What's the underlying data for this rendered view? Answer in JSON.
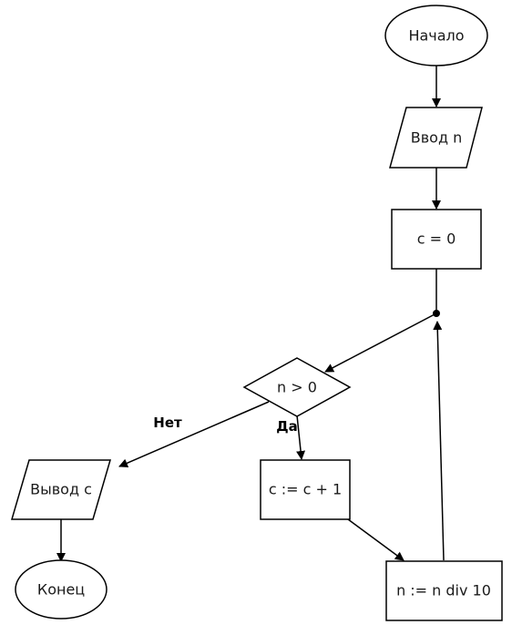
{
  "diagram": {
    "nodes": {
      "start": {
        "label": "Начало"
      },
      "input": {
        "label": "Ввод n"
      },
      "init": {
        "label": "c = 0"
      },
      "condition": {
        "label": "n > 0"
      },
      "increment": {
        "label": "c := c + 1"
      },
      "divide": {
        "label": "n := n div 10"
      },
      "output": {
        "label": "Вывод с"
      },
      "end": {
        "label": "Конец"
      }
    },
    "edges": {
      "no_label": "Нет",
      "yes_label": "Да"
    }
  }
}
